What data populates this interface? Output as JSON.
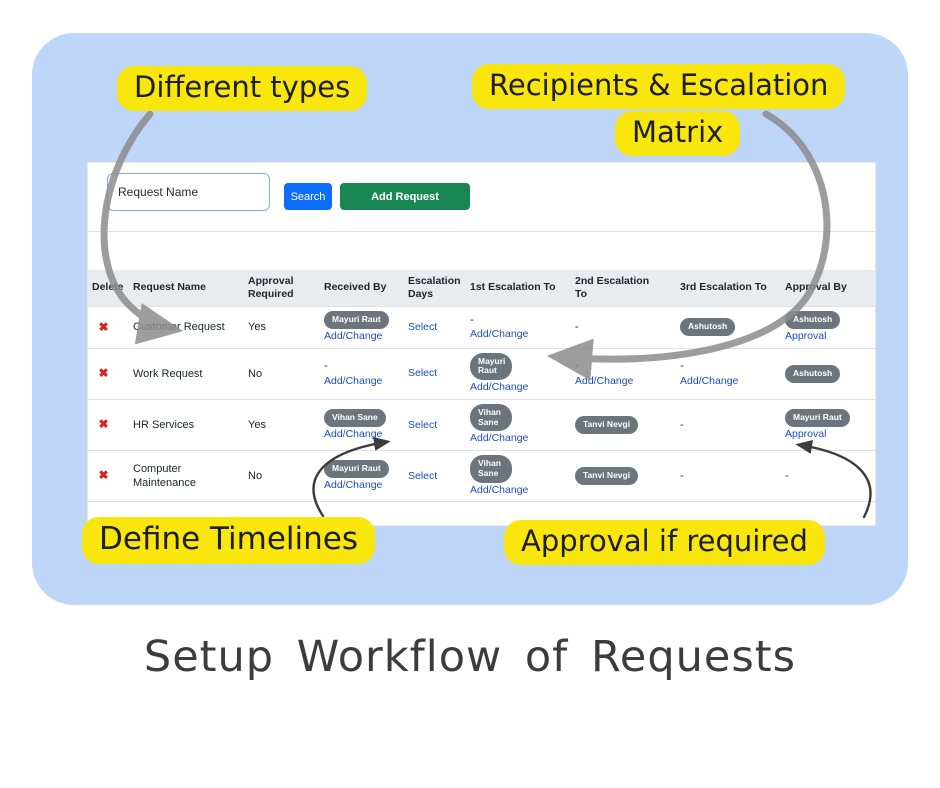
{
  "annotations": {
    "different_types": "Different types",
    "recipients_line1": "Recipients & Escalation",
    "recipients_line2": "Matrix",
    "define_timelines": "Define Timelines",
    "approval_if_required": "Approval if required"
  },
  "caption": "Setup Workflow of Requests",
  "app": {
    "search": {
      "placeholder": "Request Name",
      "search_label": "Search",
      "add_label": "Add Request"
    },
    "table": {
      "delete_glyph": "✖",
      "headers": [
        "Delete",
        "Request Name",
        "Approval Required",
        "Received By",
        "Escalation Days",
        "1st Escalation To",
        "2nd Escalation To",
        "3rd Escalation To",
        "Approval By"
      ],
      "rows": [
        {
          "cells": [
            {
              "delete": true
            },
            {
              "text": "Customer Request"
            },
            {
              "text": "Yes"
            },
            {
              "badge": "Mayuri Raut",
              "link": "Add/Change"
            },
            {
              "link": "Select"
            },
            {
              "text": "-",
              "link": "Add/Change"
            },
            {
              "text": "-"
            },
            {
              "badge": "Ashutosh"
            },
            {
              "badge": "Ashutosh",
              "link": "Approval"
            }
          ]
        },
        {
          "cells": [
            {
              "delete": true
            },
            {
              "text": "Work Request"
            },
            {
              "text": "No"
            },
            {
              "text": "-",
              "link": "Add/Change"
            },
            {
              "link": "Select"
            },
            {
              "badge": "Mayuri Raut",
              "tall": true,
              "link": "Add/Change"
            },
            {
              "text": "-",
              "link": "Add/Change"
            },
            {
              "text": "-",
              "link": "Add/Change"
            },
            {
              "badge": "Ashutosh"
            }
          ]
        },
        {
          "cells": [
            {
              "delete": true
            },
            {
              "text": "HR Services"
            },
            {
              "text": "Yes"
            },
            {
              "badge": "Vihan Sane",
              "link": "Add/Change"
            },
            {
              "link": "Select"
            },
            {
              "badge": "Vihan Sane",
              "tall": true,
              "link": "Add/Change"
            },
            {
              "badge": "Tanvi Nevgi"
            },
            {
              "text": "-"
            },
            {
              "badge": "Mayuri Raut",
              "link": "Approval"
            }
          ]
        },
        {
          "cells": [
            {
              "delete": true
            },
            {
              "text": "Computer Maintenance"
            },
            {
              "text": "No"
            },
            {
              "badge": "Mayuri Raut",
              "link": "Add/Change"
            },
            {
              "link": "Select"
            },
            {
              "badge": "Vihan Sane",
              "tall": true,
              "link": "Add/Change"
            },
            {
              "badge": "Tanvi Nevgi"
            },
            {
              "text": "-"
            },
            {
              "text": "-"
            }
          ]
        }
      ]
    }
  },
  "colors": {
    "backdrop_blue": "#bed7f8",
    "highlight_yellow": "#f8e60d",
    "search_button_blue": "#0d6efd",
    "add_button_green": "#198754",
    "badge_gray": "#6c757d",
    "link_blue": "#1c4bc4",
    "delete_red": "#df1d1d",
    "arrow_gray": "#8c8c8c",
    "arrow_black": "#3b3b3b"
  }
}
